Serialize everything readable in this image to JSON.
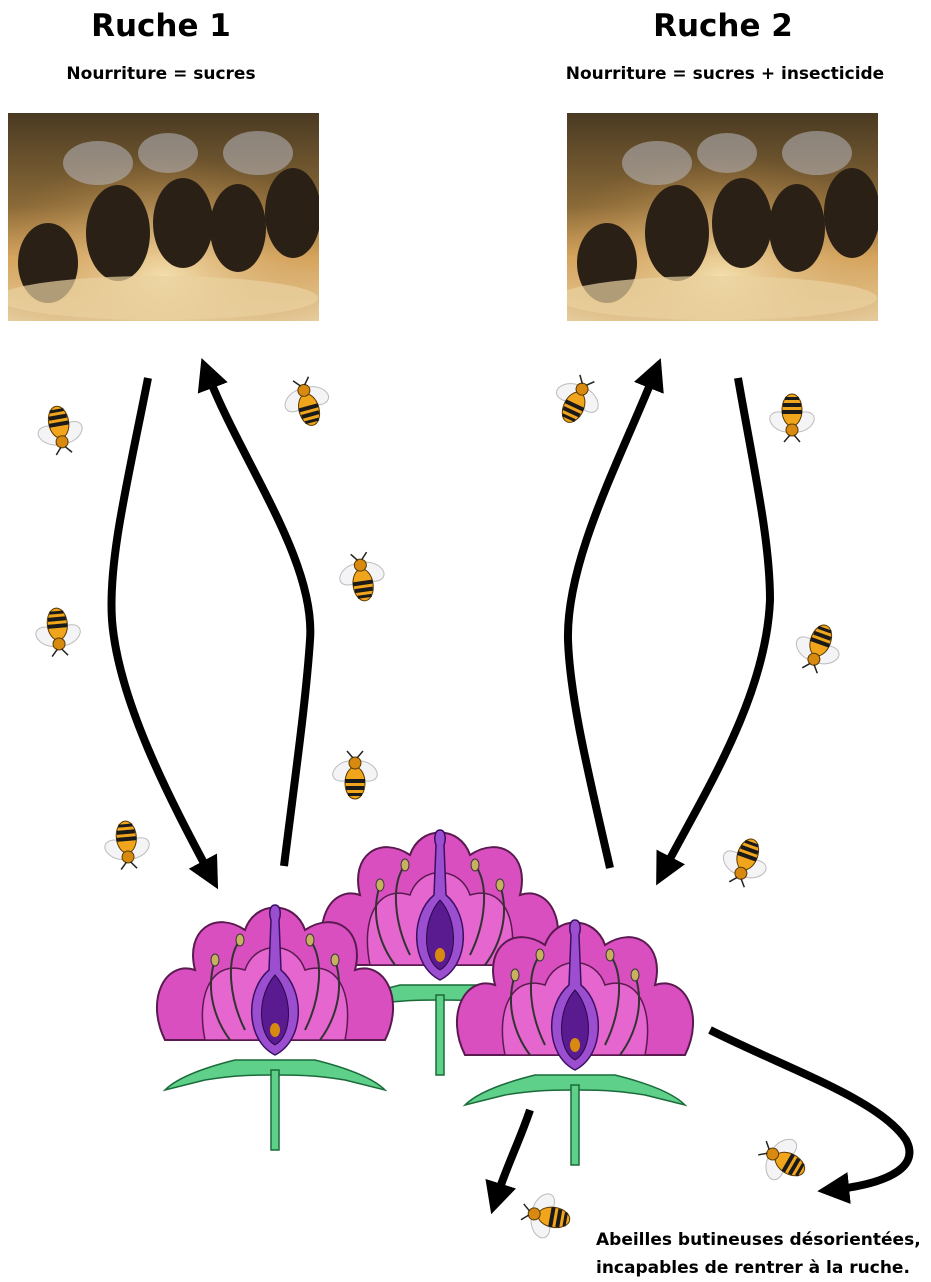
{
  "hive1": {
    "title": "Ruche 1",
    "food": "Nourriture = sucres"
  },
  "hive2": {
    "title": "Ruche 2",
    "food": "Nourriture = sucres + insecticide"
  },
  "caption": {
    "line1": "Abeilles butineuses désorientées,",
    "line2": "incapables de rentrer à la ruche."
  },
  "colors": {
    "arrow": "#000000",
    "petal": "#d94fc0",
    "pistil": "#9b4fd0",
    "stem": "#5fd08a",
    "bee_body": "#f0a51c",
    "bee_stripe": "#1a1a1a",
    "honey": "#d8a24a"
  }
}
